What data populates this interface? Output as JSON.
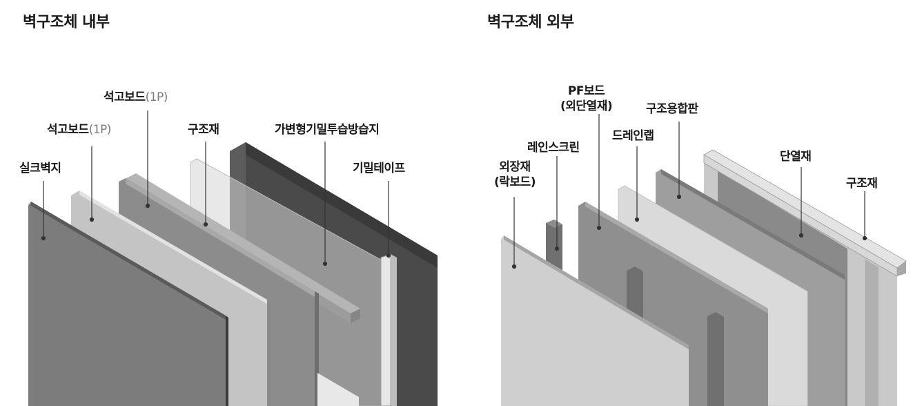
{
  "titles": {
    "inner": "벽구조체 내부",
    "outer": "벽구조체 외부"
  },
  "inner_labels": {
    "silk_wallpaper": "실크벽지",
    "gypsum_front": "석고보드",
    "gypsum_front_sub": "(1P)",
    "gypsum_back": "석고보드",
    "gypsum_back_sub": "(1P)",
    "structure": "구조재",
    "vapor_membrane": "가변형기밀투습방습지",
    "airtight_tape": "기밀테이프"
  },
  "outer_labels": {
    "cladding_line1": "외장재",
    "cladding_line2": "(락보드)",
    "rainscreen": "레인스크린",
    "pf_board_line1": "PF보드",
    "pf_board_line2": "(외단열재)",
    "drainwrap": "드레인랩",
    "structural_panel": "구조용합판",
    "insulation": "단열재",
    "structure": "구조재"
  },
  "colors": {
    "leader_line": "#333333",
    "dark_panel": "#4a4a4a",
    "mid_panel": "#8c8c8c",
    "light_panel": "#c8c8c8",
    "pale_panel": "#dcdcdc"
  }
}
